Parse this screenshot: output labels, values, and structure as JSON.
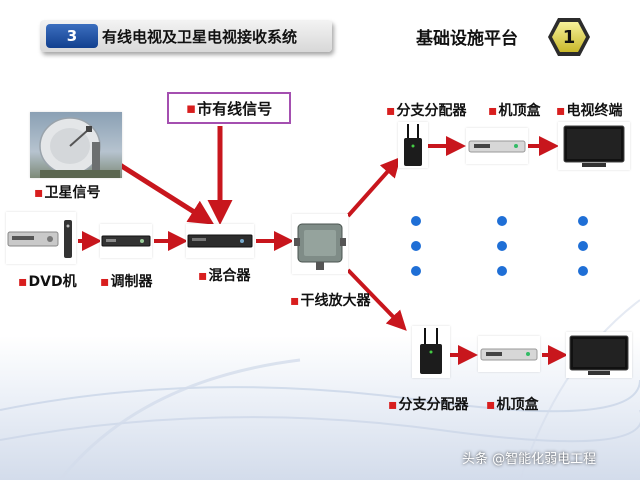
{
  "header": {
    "section_number": "3",
    "title": "有线电视及卫星电视接收系统"
  },
  "platform": {
    "title": "基础设施平台",
    "badge_number": "1"
  },
  "labels": {
    "satellite": "卫星信号",
    "city_cable": "市有线信号",
    "dvd": "DVD机",
    "modulator": "调制器",
    "mixer": "混合器",
    "trunk_amplifier": "干线放大器",
    "top_branch": "分支分配器",
    "top_stb": "机顶盒",
    "top_tv": "电视终端",
    "bottom_branch": "分支分配器",
    "bottom_stb": "机顶盒"
  },
  "bullet": "▪",
  "watermark": "头条 @智能化弱电工程",
  "colors": {
    "arrow_red": "#c8161d",
    "bullet_red": "#d81e1e",
    "dot_blue": "#1f6fd6",
    "city_box_border": "#a44fb0",
    "header_blue": "#12408f"
  },
  "icons": {
    "satellite_dish": "satellite-dish-icon",
    "dvd_player": "dvd-player-icon",
    "modulator": "modulator-icon",
    "mixer": "mixer-icon",
    "amplifier": "amplifier-icon",
    "router": "router-icon",
    "set_top_box": "set-top-box-icon",
    "tv": "tv-icon"
  }
}
